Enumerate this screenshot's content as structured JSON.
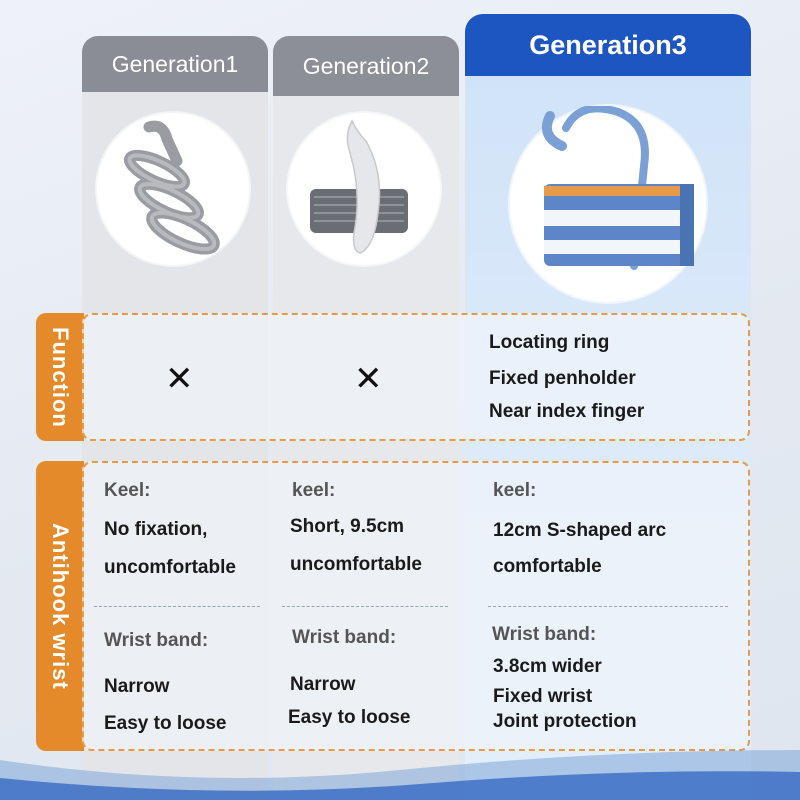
{
  "headers": {
    "gen1": "Generation1",
    "gen2": "Generation2",
    "gen3": "Generation3"
  },
  "sections": {
    "function": "Function",
    "antihook": "Antihook wrist"
  },
  "function": {
    "gen1": "✕",
    "gen2": "✕",
    "gen3": [
      "Locating ring",
      "Fixed penholder",
      "Near index finger"
    ]
  },
  "keel": {
    "gen1": {
      "label": "Keel:",
      "lines": [
        "No fixation,",
        "uncomfortable"
      ]
    },
    "gen2": {
      "label": "keel:",
      "lines": [
        "Short, 9.5cm",
        "uncomfortable"
      ]
    },
    "gen3": {
      "label": "keel:",
      "lines": [
        "12cm S-shaped arc",
        "comfortable"
      ]
    }
  },
  "wristband": {
    "gen1": {
      "label": "Wrist band:",
      "lines": [
        "Narrow",
        "Easy to loose"
      ]
    },
    "gen2": {
      "label": "Wrist band:",
      "lines": [
        "Narrow",
        "Easy to loose"
      ]
    },
    "gen3": {
      "label": "Wrist band:",
      "lines": [
        "3.8cm wider",
        "Fixed wrist",
        "Joint protection"
      ]
    }
  },
  "colors": {
    "accent_orange": "#e48a2a",
    "header_gray": "#8a8d93",
    "header_blue": "#1d56c0"
  }
}
